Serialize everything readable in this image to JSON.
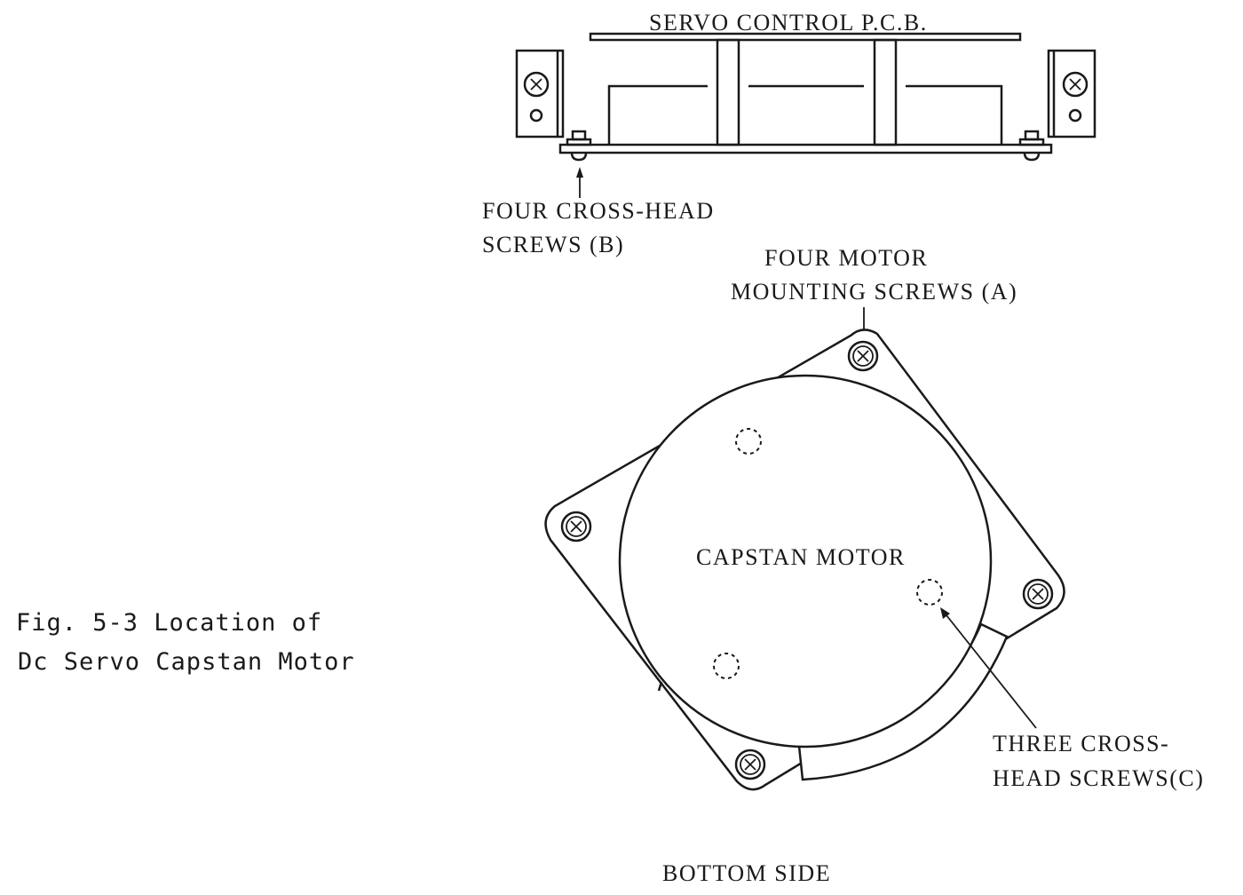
{
  "figure": {
    "caption_line1": "Fig. 5-3 Location of",
    "caption_line2": "Dc Servo Capstan Motor"
  },
  "labels": {
    "pcb": "SERVO CONTROL P.C.B.",
    "screws_b_line1": "FOUR CROSS-HEAD",
    "screws_b_line2": "SCREWS (B)",
    "screws_a_line1": "FOUR MOTOR",
    "screws_a_line2": "MOUNTING SCREWS (A)",
    "motor": "CAPSTAN MOTOR",
    "screws_c_line1": "THREE CROSS-",
    "screws_c_line2": "HEAD SCREWS(C)",
    "view": "BOTTOM SIDE"
  }
}
